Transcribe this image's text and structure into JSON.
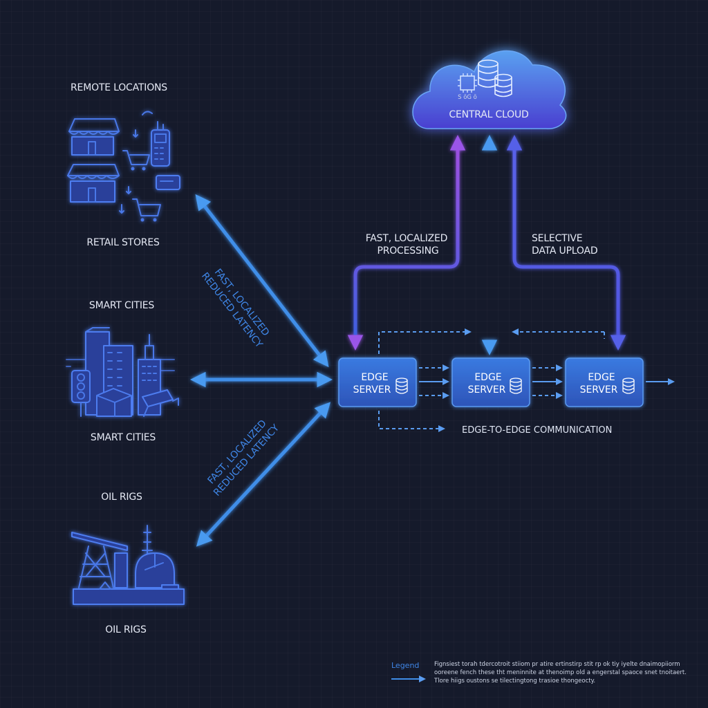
{
  "remote_header": "REMOTE LOCATIONS",
  "locations": [
    {
      "top_label": "",
      "bottom_label": "RETAIL STORES"
    },
    {
      "top_label": "SMART CITIES",
      "bottom_label": "SMART CITIES"
    },
    {
      "top_label": "OIL RIGS",
      "bottom_label": "OIL RIGS"
    }
  ],
  "cloud": {
    "label": "CENTRAL CLOUD",
    "icon_caption": "S ōG ō"
  },
  "uplinks": {
    "left": [
      "FAST, LOCALIZED",
      "PROCESSING"
    ],
    "right": [
      "SELECTIVE",
      "DATA UPLOAD"
    ]
  },
  "edge_servers": [
    {
      "line1": "EDGE",
      "line2": "SERVER"
    },
    {
      "line1": "EDGE",
      "line2": "SERVER"
    },
    {
      "line1": "EDGE",
      "line2": "SERVER"
    }
  ],
  "edge_to_edge_label": "EDGE-TO-EDGE COMMUNICATION",
  "diag_labels": {
    "upper": [
      "FAST, LOCALIZED",
      "REDUCED LATENCY"
    ],
    "lower": [
      "FAST, LOCALIZED",
      "REDUCED LATENCY"
    ]
  },
  "legend": {
    "title": "Legend",
    "lines": [
      "Fignsiest torah tdercotroit stiiom pr atire ertinstirp stit rp ok tiy iyelte dnaimopiiorm",
      "ooreene fench these tht meninnite at thenoimp old a engerstal spaoce snet tnoitaert.",
      "Tlore hiigs oustons se tilectingtong trasioe thongeocty."
    ]
  },
  "colors": {
    "background": "#151a2b",
    "arrow_blue": "#3f8ee8",
    "arrow_purple": "#8a4fe0",
    "server_fill": "#3562c9",
    "cloud_fill": "#4a7fe0",
    "label_accent": "#3f86e6"
  }
}
